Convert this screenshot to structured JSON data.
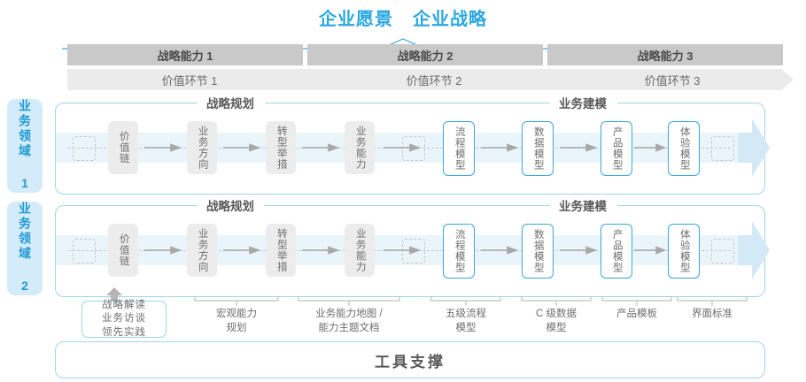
{
  "header": {
    "vision": "企业愿景",
    "strategy": "企业战略"
  },
  "capability_bands": [
    {
      "label": "战略能力 1"
    },
    {
      "label": "战略能力 2"
    },
    {
      "label": "战略能力 3"
    }
  ],
  "value_bands": [
    {
      "label": "价值环节 1"
    },
    {
      "label": "价值环节 2"
    },
    {
      "label": "价值环节 3"
    }
  ],
  "domains": [
    {
      "label": "业务领域 1"
    },
    {
      "label": "业务领域 2"
    }
  ],
  "sections": {
    "planning": "战略规划",
    "modeling": "业务建模"
  },
  "nodes": {
    "planning": [
      {
        "label": "价值链"
      },
      {
        "label": "业务方向"
      },
      {
        "label": "转型举措"
      },
      {
        "label": "业务能力"
      }
    ],
    "modeling": [
      {
        "label": "流程模型"
      },
      {
        "label": "数据模型"
      },
      {
        "label": "产品模型"
      },
      {
        "label": "体验模型"
      }
    ]
  },
  "annotations": {
    "first_box": "战略解读\n业务访谈\n领先实践",
    "first_box_lines": [
      "战略解读",
      "业务访谈",
      "领先实践"
    ],
    "items": [
      {
        "line1": "宏观能力",
        "line2": "规划"
      },
      {
        "line1": "业务能力地图 /",
        "line2": "能力主题文档"
      },
      {
        "line1": "五级流程",
        "line2": "模型"
      },
      {
        "line1": "C 级数据",
        "line2": "模型"
      },
      {
        "line1": "产品模板",
        "line2": ""
      },
      {
        "line1": "界面标准",
        "line2": ""
      }
    ]
  },
  "footer": {
    "tool_support": "工具支撑"
  },
  "colors": {
    "accent_blue": "#2aa7e0",
    "band_dark": "#c9c9c9",
    "band_light": "#ebebeb",
    "flow_band": "#eaf5fb",
    "domain_bg": "#d4ecf9",
    "border_blue": "#9fd4ea",
    "node_gray": "#ececec",
    "text_gray": "#6e6e6e"
  }
}
